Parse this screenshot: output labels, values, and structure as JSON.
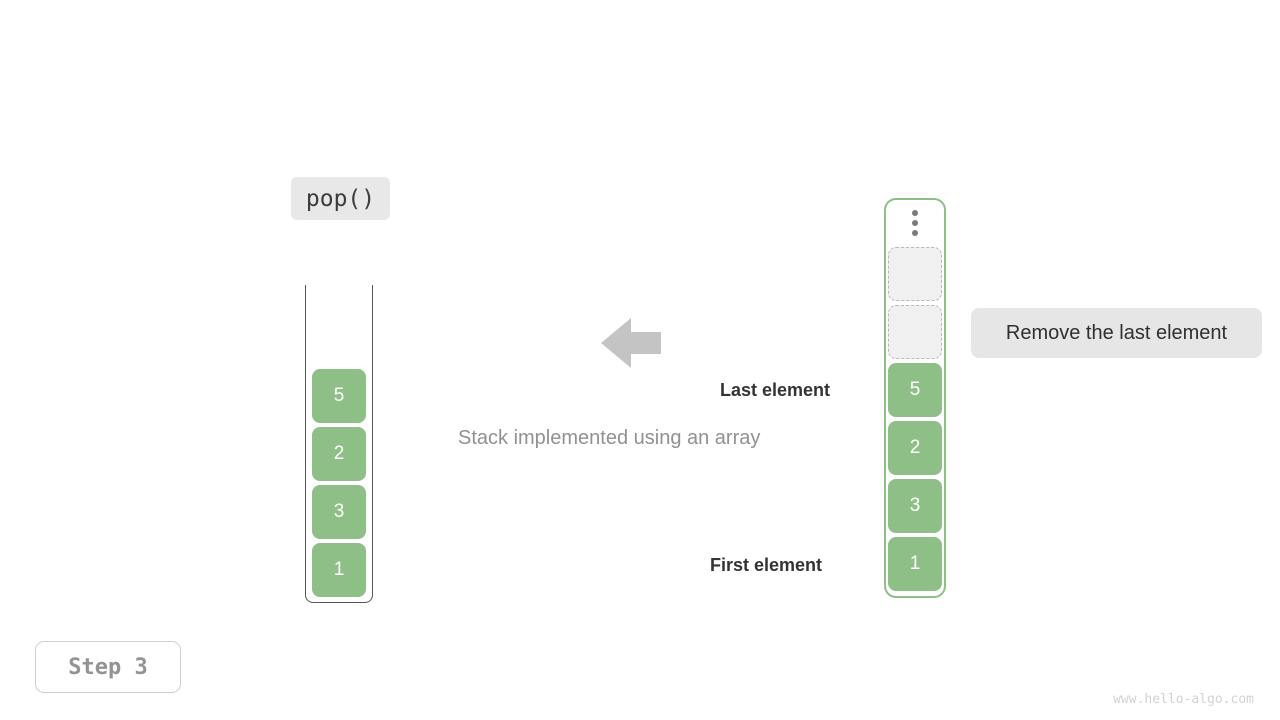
{
  "operation": {
    "label": "pop()"
  },
  "left_stack": {
    "name": "array-stack-before",
    "container_style": "open-u-shape",
    "cells": [
      {
        "value": "5",
        "state": "filled"
      },
      {
        "value": "2",
        "state": "filled"
      },
      {
        "value": "3",
        "state": "filled"
      },
      {
        "value": "1",
        "state": "filled"
      }
    ]
  },
  "right_stack": {
    "name": "array-stack-after",
    "container_style": "closed-rounded",
    "overflow_indicator": "vertical-ellipsis",
    "cells": [
      {
        "value": "",
        "state": "empty"
      },
      {
        "value": "",
        "state": "empty"
      },
      {
        "value": "5",
        "state": "filled"
      },
      {
        "value": "2",
        "state": "filled"
      },
      {
        "value": "3",
        "state": "filled"
      },
      {
        "value": "1",
        "state": "filled"
      }
    ]
  },
  "annotations": {
    "last_element": "Last element",
    "first_element": "First element",
    "caption": "Stack implemented using an array",
    "callout": "Remove the last element"
  },
  "arrow": {
    "direction": "left",
    "color": "#c4c4c4"
  },
  "footer": {
    "step": "Step 3",
    "watermark": "www.hello-algo.com"
  },
  "colors": {
    "cell_fill": "#8dbf86",
    "cell_text": "#ffffff",
    "empty_fill": "#f0f0f0",
    "empty_border": "#b9b9b9",
    "container_border_right": "#8dbf86",
    "container_border_left": "#555555",
    "chip_bg": "#e8e8e8",
    "callout_bg": "#e6e6e6",
    "caption_text": "#919191",
    "anno_text": "#333333",
    "step_text": "#939393",
    "watermark_text": "#d2d2d2"
  }
}
